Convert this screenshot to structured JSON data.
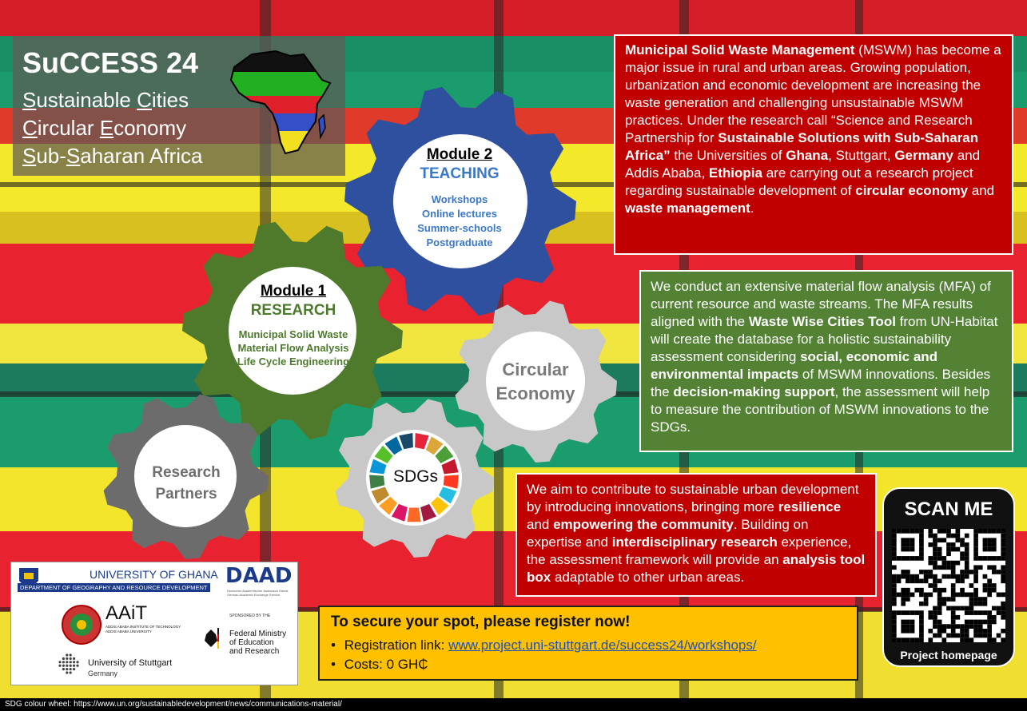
{
  "header": {
    "title": "SuCCESS 24",
    "lines": [
      {
        "u1": "S",
        "r1": "ustainable ",
        "u2": "C",
        "r2": "ities"
      },
      {
        "u1": "C",
        "r1": "ircular ",
        "u2": "E",
        "r2": "conomy"
      },
      {
        "u1": "S",
        "r1": "ub-",
        "u2": "S",
        "r2": "aharan Africa"
      }
    ]
  },
  "colors": {
    "red": "#c00000",
    "green": "#548235",
    "blue": "#2f4f9f",
    "gray": "#c8c8c8",
    "yellow": "#ffc000",
    "stripe_red": "#e8232f",
    "stripe_yellow": "#f3e82a",
    "stripe_green": "#1b9c6c"
  },
  "modules": {
    "module2": {
      "title": "Module 2",
      "subtitle": "TEACHING",
      "items": [
        "Workshops",
        "Online lectures",
        "Summer-schools",
        "Postgraduate"
      ]
    },
    "module1": {
      "title": "Module 1",
      "subtitle": "RESEARCH",
      "items": [
        "Municipal Solid Waste",
        "Material Flow Analysis",
        "Life Cycle Engineering"
      ]
    },
    "circular": {
      "line1": "Circular",
      "line2": "Economy"
    },
    "sdgs": {
      "label": "SDGs"
    },
    "partners": {
      "line1": "Research",
      "line2": "Partners"
    }
  },
  "box1": {
    "p1": "Municipal Solid Waste Management",
    "p2": " (MSWM) has become a major issue in rural and urban areas. Growing population, urbanization and economic development are increasing the waste generation and challenging unsustainable MSWM practices. Under the research call “Science and Research Partnership for ",
    "p3": "Sustainable Solutions with Sub-Saharan Africa”",
    "p4": " the Universities of ",
    "p5": "Ghana",
    "p6": ", Stuttgart, ",
    "p7": "Germany",
    "p8": " and Addis Ababa, ",
    "p9": "Ethiopia",
    "p10": " are carrying out a research project regarding sustainable development of ",
    "p11": "circular economy",
    "p12": " and ",
    "p13": "waste management",
    "p14": "."
  },
  "box2": {
    "p1": "We conduct an extensive material flow analysis (MFA) of current resource and waste streams. The MFA results aligned with the ",
    "p2": "Waste Wise Cities Tool",
    "p3": " from UN-Habitat will create the database for a holistic sustainability assessment considering ",
    "p4": "social, economic and environmental impacts",
    "p5": " of MSWM innovations. Besides the ",
    "p6": "decision-making support",
    "p7": ", the assessment will help to measure the contribution of MSWM innovations to the SDGs."
  },
  "box3": {
    "p1": "We aim to contribute to sustainable urban development by introducing innovations, bringing more ",
    "p2": "resilience",
    "p3": " and ",
    "p4": "empowering the community",
    "p5": ". Building on expertise and ",
    "p6": "interdisciplinary research",
    "p7": " experience, the assessment framework will provide an ",
    "p8": "analysis tool box",
    "p9": " adaptable to other urban areas."
  },
  "register": {
    "headline": "To secure your spot, please register now!",
    "link_label": "Registration link: ",
    "link": "www.project.uni-stuttgart.de/success24/workshops/",
    "costs": "Costs: 0 GH₵"
  },
  "qr": {
    "title": "SCAN ME",
    "caption": "Project homepage"
  },
  "logos": {
    "ug": "UNIVERSITY OF GHANA",
    "ug_dept": "DEPARTMENT OF GEOGRAPHY AND RESOURCE DEVELOPMENT",
    "daad": "DAAD",
    "daad_sub": "Deutscher Akademischer Austausch Dienst German Academic Exchange Service",
    "aait": "AAiT",
    "aait_sub1": "ADDIS ABABA INSTITUTE OF TECHNOLOGY",
    "aait_sub2": "ADDIS ABABA UNIVERSITY",
    "sponsored": "SPONSORED BY THE",
    "bmbf1": "Federal Ministry",
    "bmbf2": "of Education",
    "bmbf3": "and Research",
    "stuttgart": "University of Stuttgart",
    "stuttgart_sub": "Germany"
  },
  "footer": "SDG colour wheel: https://www.un.org/sustainabledevelopment/news/communications-material/"
}
